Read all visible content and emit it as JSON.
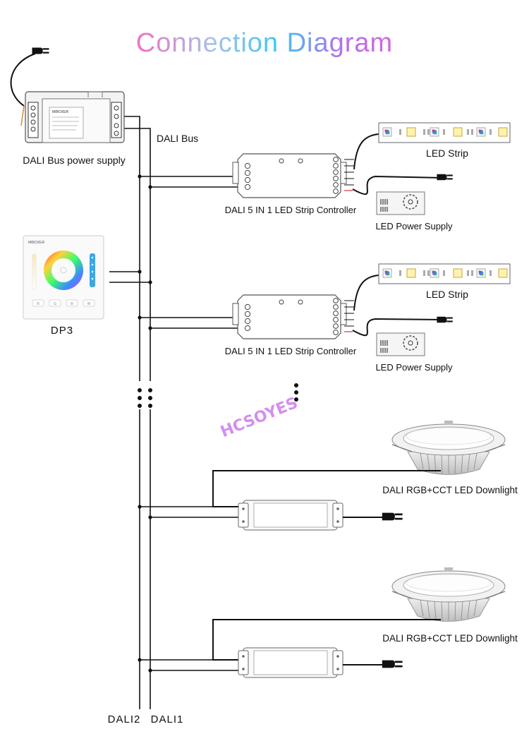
{
  "title": "Connection Diagram",
  "colors": {
    "title_gradient": [
      "#f36fc3",
      "#9ac7ee",
      "#44c6f0",
      "#b96ef0",
      "#d16bd8"
    ],
    "wire": "#111111",
    "device_outline": "#555555",
    "watermark": "#d58df0"
  },
  "labels": {
    "bus_power_supply": "DALI Bus power supply",
    "dali_bus": "DALI Bus",
    "dp3": "DP3",
    "bus_left": "DALI2",
    "bus_right": "DALI1"
  },
  "branches": [
    {
      "controller": "DALI 5 IN 1 LED Strip Controller",
      "strip": "LED Strip",
      "power": "LED Power Supply"
    },
    {
      "controller": "DALI 5 IN 1 LED Strip Controller",
      "strip": "LED Strip",
      "power": "LED Power Supply"
    }
  ],
  "downlights": [
    {
      "label": "DALI RGB+CCT LED Downlight"
    },
    {
      "label": "DALI RGB+CCT LED Downlight"
    }
  ],
  "panel": {
    "brand": "MIBOXER",
    "buttons": [
      "R",
      "G",
      "B",
      "W"
    ]
  },
  "psu_brand": "MIBOXER",
  "watermark": "HCSOYES"
}
